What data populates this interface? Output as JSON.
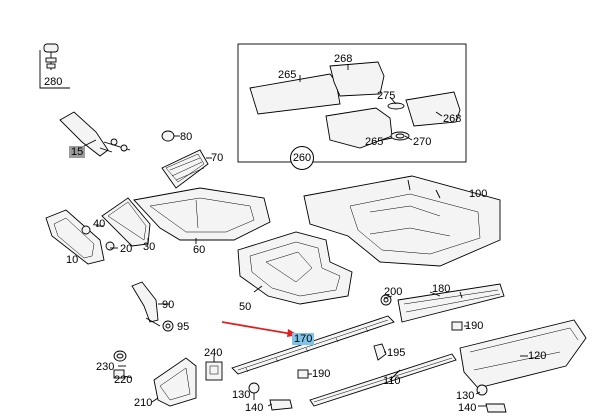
{
  "colors": {
    "arrow": "#e02020",
    "highlight_grey": "#9b9b9b",
    "highlight_blue": "#7fc3e8"
  },
  "parts": [
    {
      "id": "p280",
      "label": "280"
    },
    {
      "id": "p268a",
      "label": "268"
    },
    {
      "id": "p265a",
      "label": "265"
    },
    {
      "id": "p275",
      "label": "275"
    },
    {
      "id": "p268b",
      "label": "268"
    },
    {
      "id": "p265b",
      "label": "265"
    },
    {
      "id": "p270",
      "label": "270"
    },
    {
      "id": "p260",
      "label": "260"
    },
    {
      "id": "p15",
      "label": "15"
    },
    {
      "id": "p80",
      "label": "80"
    },
    {
      "id": "p70",
      "label": "70"
    },
    {
      "id": "p100",
      "label": "100"
    },
    {
      "id": "p40",
      "label": "40"
    },
    {
      "id": "p10",
      "label": "10"
    },
    {
      "id": "p20",
      "label": "20"
    },
    {
      "id": "p30",
      "label": "30"
    },
    {
      "id": "p60",
      "label": "60"
    },
    {
      "id": "p50",
      "label": "50"
    },
    {
      "id": "p200",
      "label": "200"
    },
    {
      "id": "p180",
      "label": "180"
    },
    {
      "id": "p90",
      "label": "90"
    },
    {
      "id": "p95",
      "label": "95"
    },
    {
      "id": "p170",
      "label": "170"
    },
    {
      "id": "p190a",
      "label": "190"
    },
    {
      "id": "p195",
      "label": "195"
    },
    {
      "id": "p120",
      "label": "120"
    },
    {
      "id": "p190b",
      "label": "190"
    },
    {
      "id": "p110",
      "label": "110"
    },
    {
      "id": "p240",
      "label": "240"
    },
    {
      "id": "p230",
      "label": "230"
    },
    {
      "id": "p220",
      "label": "220"
    },
    {
      "id": "p130a",
      "label": "130"
    },
    {
      "id": "p140a",
      "label": "140"
    },
    {
      "id": "p210",
      "label": "210"
    },
    {
      "id": "p130b",
      "label": "130"
    },
    {
      "id": "p140b",
      "label": "140"
    }
  ]
}
